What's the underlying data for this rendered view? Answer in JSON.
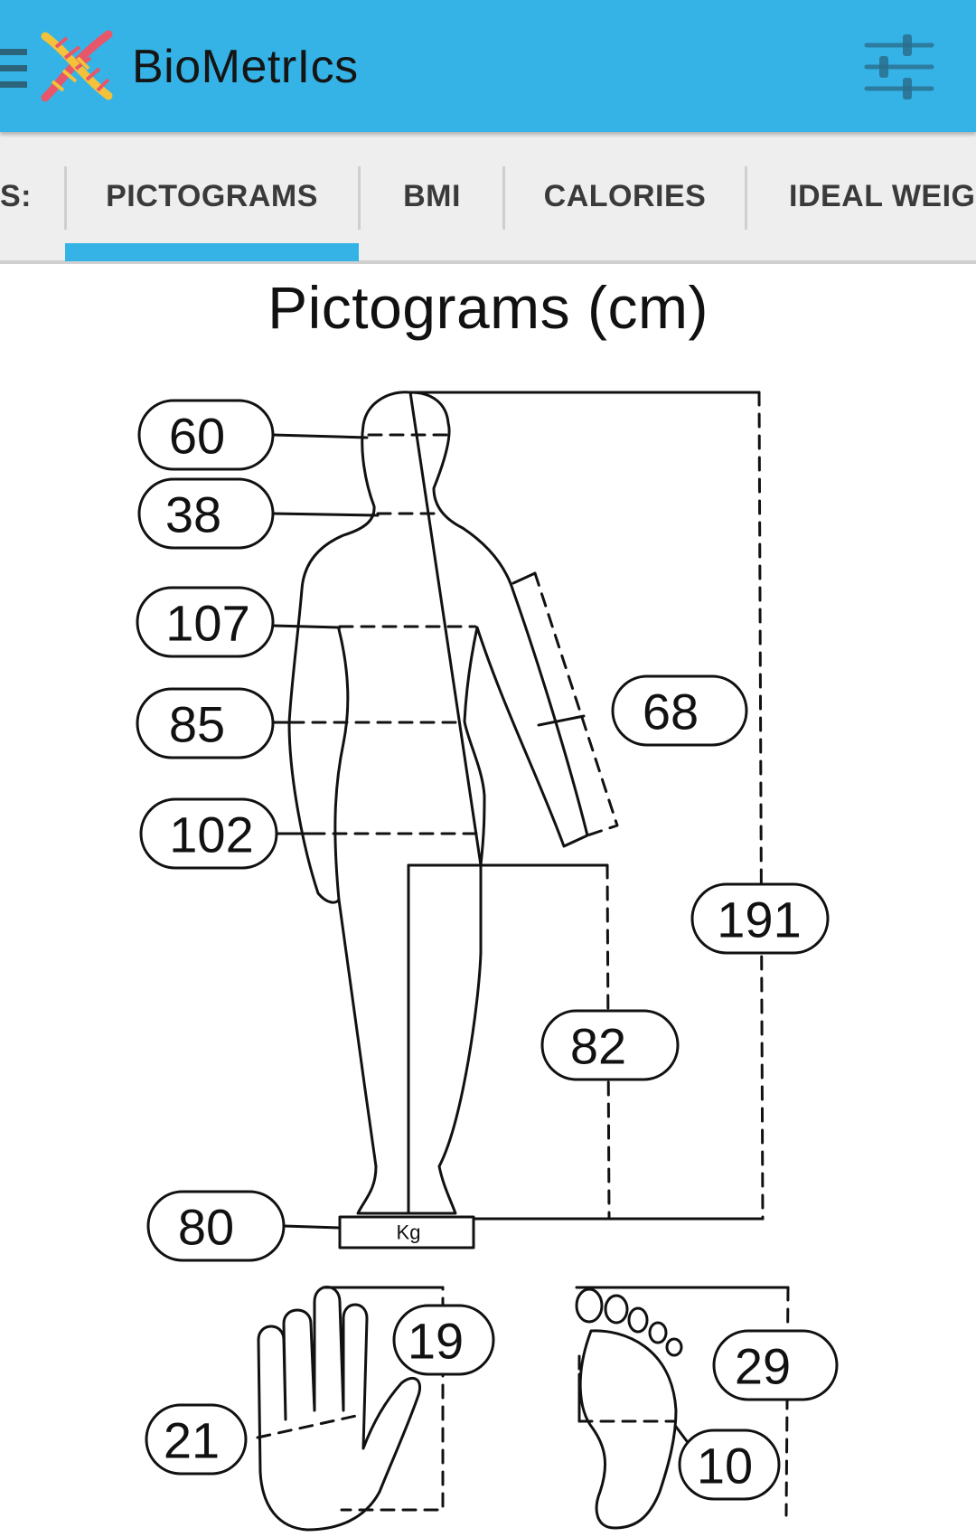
{
  "app": {
    "title": "BioMetrIcs"
  },
  "tabs": [
    {
      "label": "S:"
    },
    {
      "label": "PICTOGRAMS",
      "selected": true
    },
    {
      "label": "BMI"
    },
    {
      "label": "CALORIES"
    },
    {
      "label": "IDEAL WEIGH"
    }
  ],
  "page": {
    "title": "Pictograms (cm)"
  },
  "measurements": {
    "head": "60",
    "neck": "38",
    "chest": "107",
    "waist": "85",
    "hips": "102",
    "arm": "68",
    "height": "191",
    "inseam": "82",
    "weight": "80",
    "weight_unit": "Kg",
    "hand_length": "19",
    "hand_width": "21",
    "foot_length": "29",
    "foot_width": "10"
  },
  "colors": {
    "accent": "#35b3e6",
    "tab_bg": "#eeeeee"
  }
}
